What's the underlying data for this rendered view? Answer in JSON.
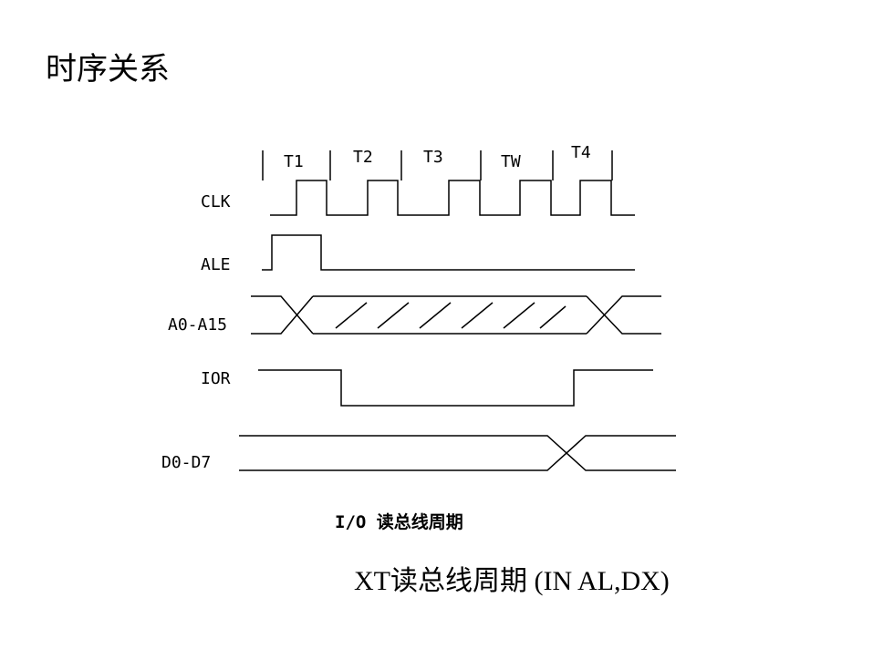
{
  "page": {
    "title": "时序关系",
    "caption": "XT读总线周期 (IN AL,DX)"
  },
  "diagram": {
    "states": [
      "T1",
      "T2",
      "T3",
      "TW",
      "T4"
    ],
    "signals": {
      "clk": "CLK",
      "ale": "ALE",
      "addr": "A0-A15",
      "ior": "IOR",
      "data": "D0-D7"
    },
    "subtitle": "I/O 读总线周期",
    "line_color": "#000000"
  }
}
